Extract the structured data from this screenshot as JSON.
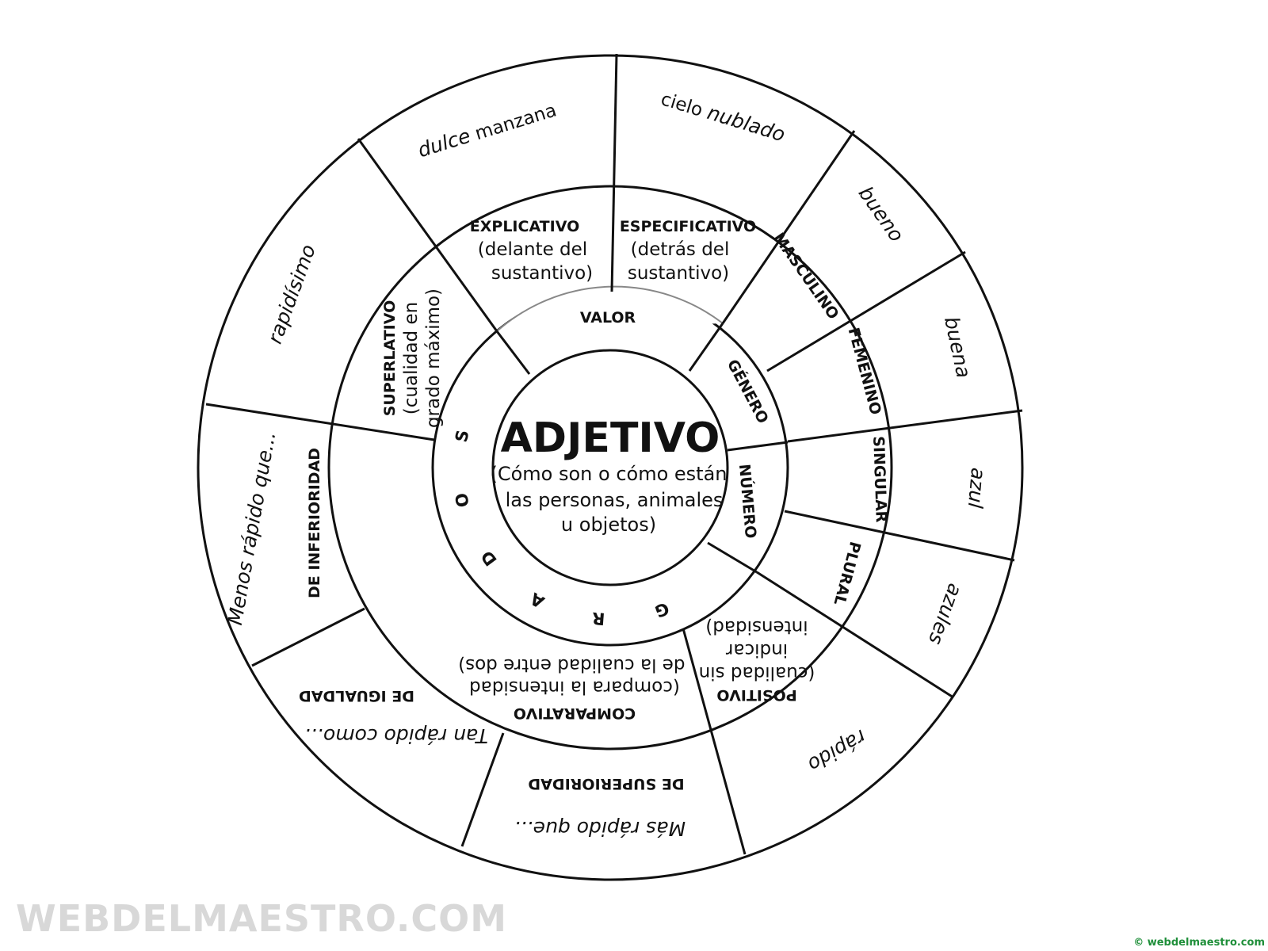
{
  "center": {
    "title": "ADJETIVO",
    "lines": [
      "(Cómo son o cómo están",
      "las personas, animales",
      "u objetos)"
    ]
  },
  "inner": {
    "valor": "VALOR",
    "genero": "GÉNERO",
    "numero": "NÚMERO",
    "grados": [
      "G",
      "R",
      "A",
      "D",
      "O",
      "S"
    ]
  },
  "middle": {
    "explicativo": {
      "title": "EXPLICATIVO",
      "l1": "(delante del",
      "l2": "sustantivo)"
    },
    "especificativo": {
      "title": "ESPECIFICATIVO",
      "l1": "(detrás del",
      "l2": "sustantivo)"
    },
    "masculino": "MASCULINO",
    "femenino": "FEMENINO",
    "singular": "SINGULAR",
    "plural": "PLURAL",
    "positivo": {
      "title": "POSITIVO",
      "l1": "(cualidad sin",
      "l2": "indicar",
      "l3": "intensidad)"
    },
    "comparativo": {
      "title": "COMPARATIVO",
      "desc": "(compara la intensidad de la cualidad entre dos)"
    },
    "superlativo": {
      "title": "SUPERLATIVO",
      "l1": "(cualidad en",
      "l2": "grado máximo)"
    },
    "inferioridad": "DE INFERIORIDAD",
    "igualdad": "DE IGUALDAD",
    "superioridad": "DE SUPERIORIDAD"
  },
  "outer": {
    "dulce_a": "dulce",
    "dulce_b": " manzana",
    "cielo_a": "cielo ",
    "cielo_b": "nublado",
    "bueno": "bueno",
    "buena": "buena",
    "azul": "azul",
    "azules": "azules",
    "rapido": "rápido",
    "mas": "Más rápido que...",
    "tan": "Tan rápido como...",
    "menos": "Menos rápido que...",
    "rapidisimo": "rapidísimo"
  },
  "watermark": "WEBDELMAESTRO.COM",
  "copyright": "© webdelmaestro.com",
  "colors": {
    "line": "#111111",
    "copyright": "#1f8f3a",
    "watermark": "#d8d8d8"
  }
}
